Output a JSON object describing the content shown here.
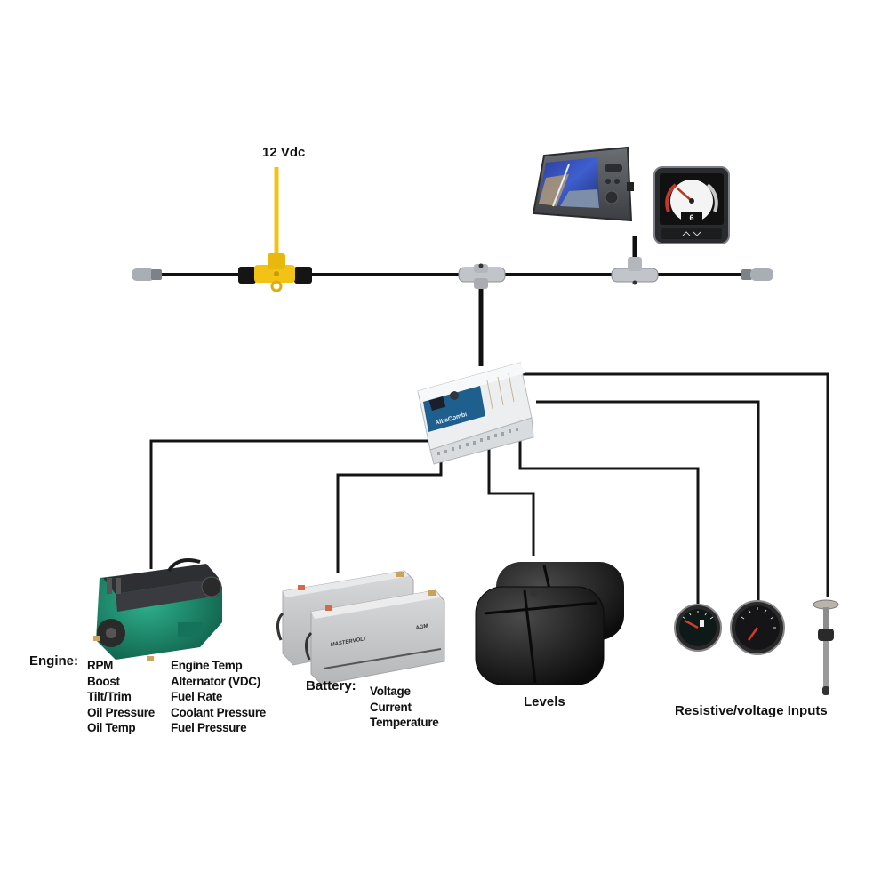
{
  "title": "NMEA 2000 network wiring diagram with engine/battery/tank/gauge monitoring interface",
  "colors": {
    "cable": "#111111",
    "power_tee": "#f2c314",
    "connector_grey": "#b9bec4",
    "engine_green": "#1c8f72",
    "battery_grey": "#c9cacc",
    "tank_black": "#1a1a1a",
    "interface_blue": "#1d5d8a"
  },
  "backbone": {
    "power_label": "12 Vdc",
    "components": [
      {
        "name": "terminator-left",
        "type": "terminator"
      },
      {
        "name": "power-tee",
        "type": "power tee"
      },
      {
        "name": "interface-tee",
        "type": "tee"
      },
      {
        "name": "display-tee",
        "type": "tee"
      },
      {
        "name": "terminator-right",
        "type": "terminator"
      }
    ]
  },
  "devices": {
    "chartplotter": {
      "label": ""
    },
    "instrument_display": {
      "label": "",
      "readout": "6"
    },
    "interface_module": {
      "brand": "AlbaCombi"
    }
  },
  "engine": {
    "heading": "Engine:",
    "col1": [
      "RPM",
      "Boost",
      "Tilt/Trim",
      "Oil Pressure",
      "Oil Temp"
    ],
    "col2": [
      "Engine Temp",
      "Alternator (VDC)",
      "Fuel Rate",
      "Coolant Pressure",
      "Fuel Pressure"
    ]
  },
  "battery": {
    "heading": "Battery:",
    "items": [
      "Voltage",
      "Current",
      "Temperature"
    ],
    "brand": "MASTERVOLT",
    "type": "AGM"
  },
  "levels": {
    "label": "Levels"
  },
  "inputs": {
    "label": "Resistive/voltage Inputs"
  }
}
